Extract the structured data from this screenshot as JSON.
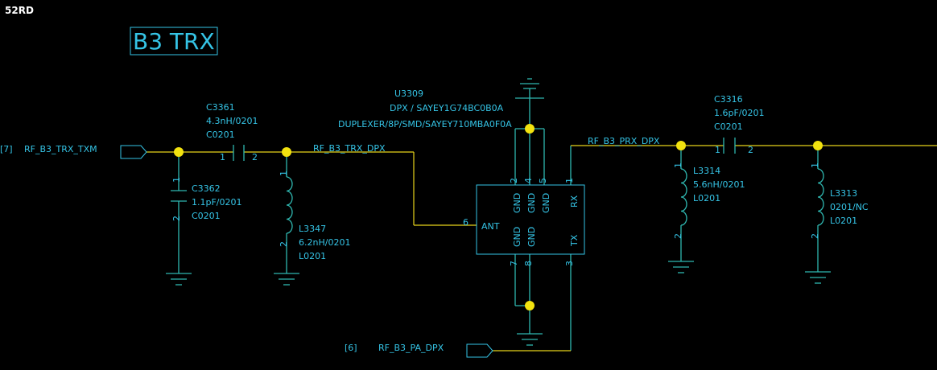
{
  "sheet_label": "52RD",
  "title": "B3 TRX",
  "nets": {
    "in_net": "RF_B3_TRX_TXM",
    "in_ref": "[7]",
    "trx_dpx": "RF_B3_TRX_DPX",
    "prx_dpx": "RF_B3_PRX_DPX",
    "pa_net": "RF_B3_PA_DPX",
    "pa_ref": "[6]"
  },
  "u3309": {
    "ref": "U3309",
    "part": "DPX / SAYEY1G74BC0B0A",
    "desc": "DUPLEXER/8P/SMD/SAYEY710MBA0F0A",
    "pin_labels": {
      "gnd": "GND",
      "rx": "RX",
      "tx": "TX",
      "ant": "ANT"
    },
    "pins": {
      "p1": "1",
      "p2": "2",
      "p3": "3",
      "p4": "4",
      "p5": "5",
      "p6": "6",
      "p7": "7",
      "p8": "8"
    }
  },
  "c3361": {
    "ref": "C3361",
    "val": "4.3nH/0201",
    "pkg": "C0201",
    "p1": "1",
    "p2": "2"
  },
  "c3362": {
    "ref": "C3362",
    "val": "1.1pF/0201",
    "pkg": "C0201",
    "p1": "1",
    "p2": "2"
  },
  "l3347": {
    "ref": "L3347",
    "val": "6.2nH/0201",
    "pkg": "L0201",
    "p1": "1",
    "p2": "2"
  },
  "c3316": {
    "ref": "C3316",
    "val": "1.6pF/0201",
    "pkg": "C0201",
    "p1": "1",
    "p2": "2"
  },
  "l3314": {
    "ref": "L3314",
    "val": "5.6nH/0201",
    "pkg": "L0201",
    "p1": "1",
    "p2": "2"
  },
  "l3313": {
    "ref": "L3313",
    "val": "0201/NC",
    "pkg": "L0201",
    "p1": "1",
    "p2": "2"
  }
}
